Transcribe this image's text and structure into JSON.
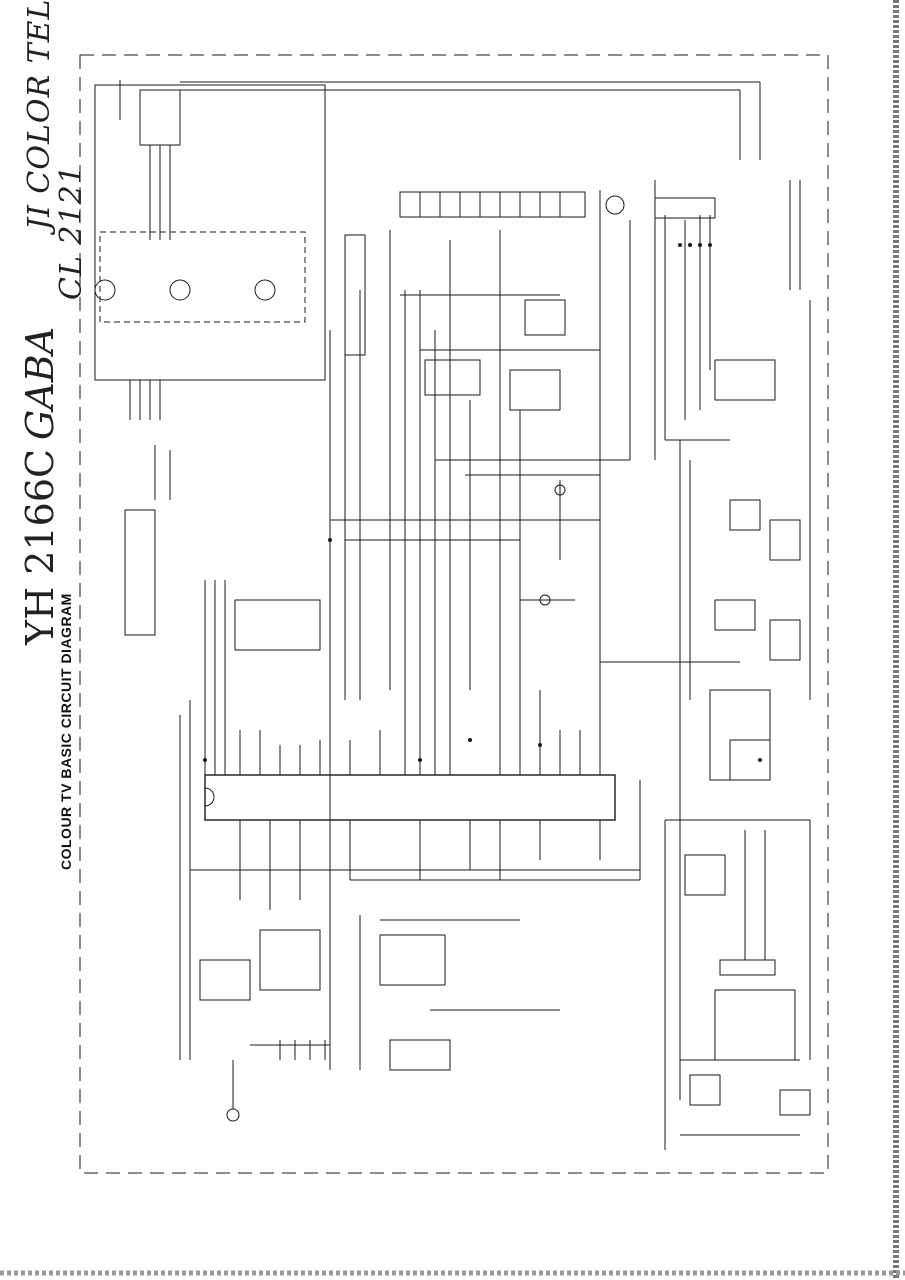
{
  "title": "COLOUR TV BASIC CIRCUIT DIAGRAM",
  "handwritten": {
    "model": "YH 2166C",
    "brand": "GABA",
    "line1": "JI COLOR TELEVISION",
    "line2": "CL 2121"
  },
  "colors": {
    "ink": "#1a1a1a",
    "paper": "#ffffff"
  }
}
